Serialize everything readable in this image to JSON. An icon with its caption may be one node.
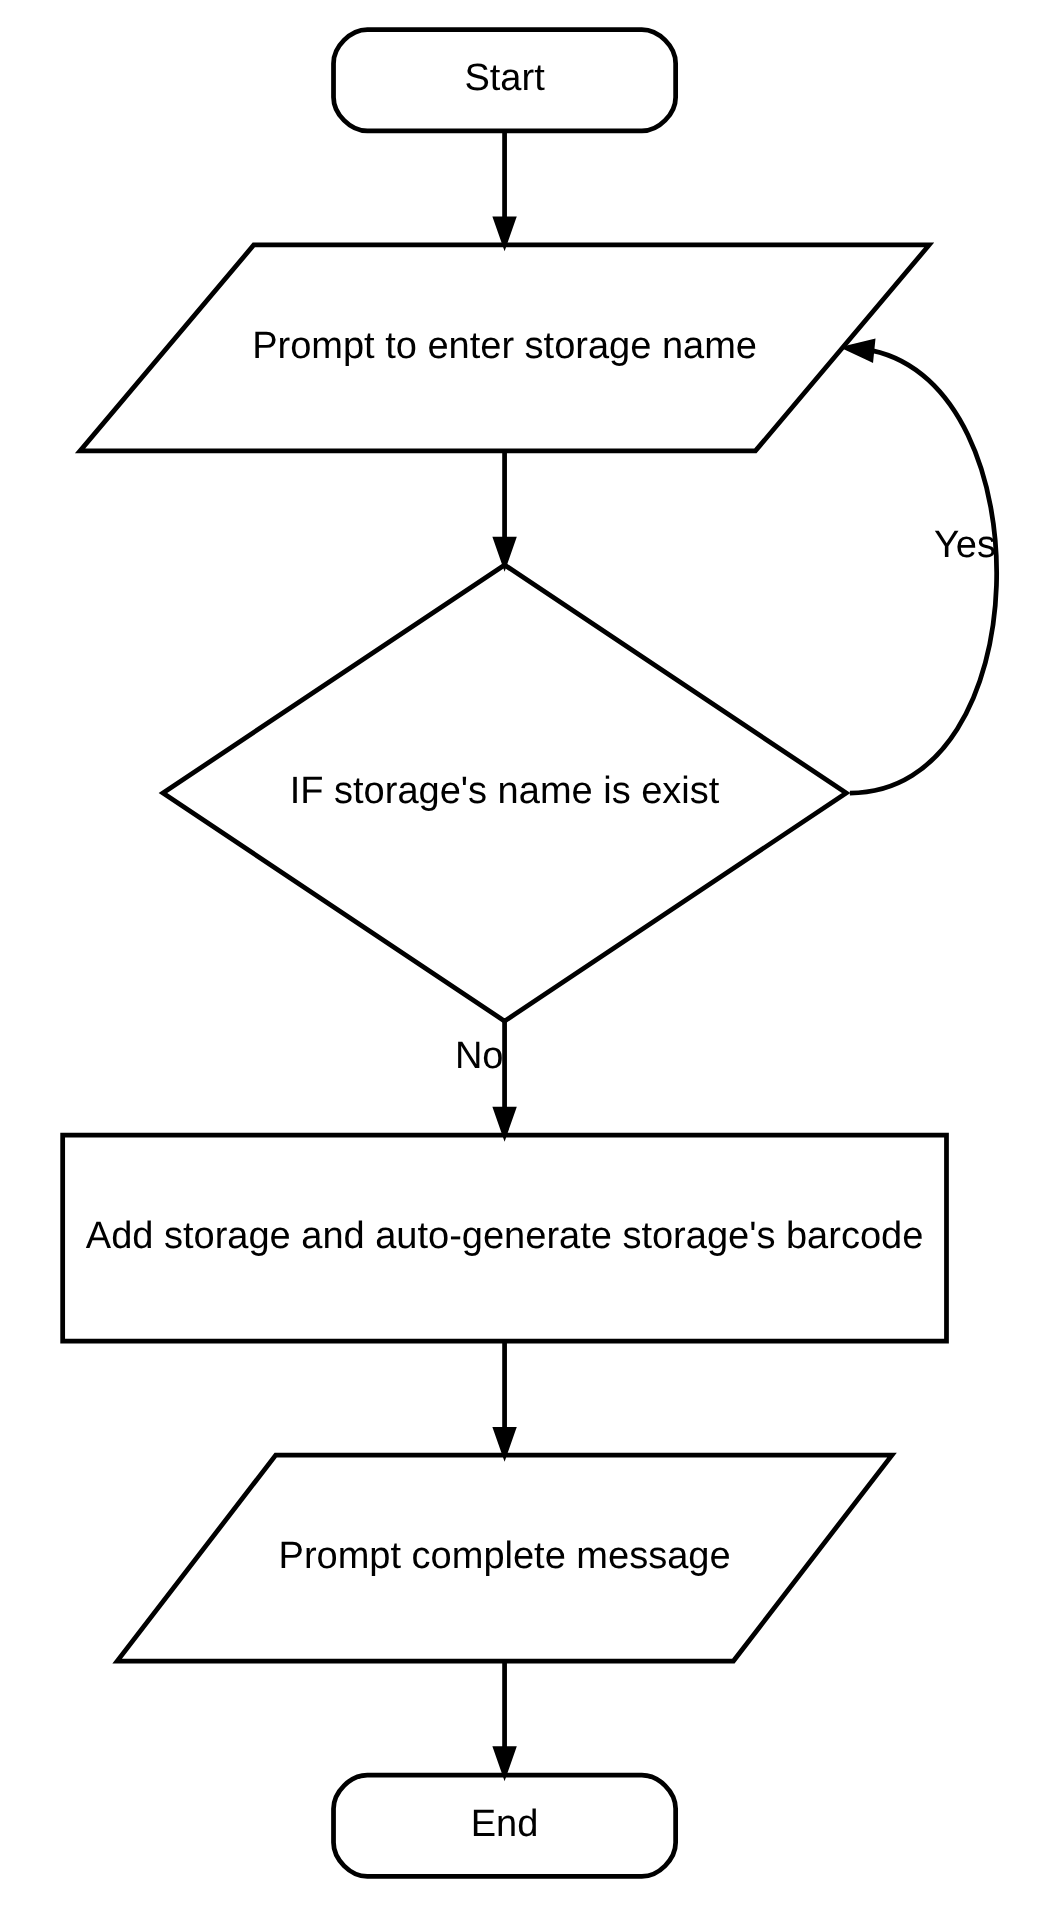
{
  "diagram": {
    "nodes": [
      {
        "text": [
          "Start"
        ]
      },
      {
        "text": [
          "Prompt to enter storage name"
        ]
      },
      {
        "text": [
          "IF storage's name is exist"
        ]
      },
      {
        "text": [
          "Add storage and auto-generate storage's barcode"
        ]
      },
      {
        "text": [
          "Prompt complete message"
        ]
      },
      {
        "text": [
          "End"
        ]
      }
    ],
    "edges": [
      {
        "from": 0,
        "to": 1,
        "arrow": "to"
      },
      {
        "from": 1,
        "to": 2,
        "arrow": "to"
      },
      {
        "from": 2,
        "to": 1,
        "arrow": "to",
        "label": "Yes"
      },
      {
        "from": 2,
        "to": 3,
        "arrow": "to",
        "label": "No"
      },
      {
        "from": 3,
        "to": 4,
        "arrow": "to"
      },
      {
        "from": 4,
        "to": 5,
        "arrow": "to"
      }
    ]
  }
}
